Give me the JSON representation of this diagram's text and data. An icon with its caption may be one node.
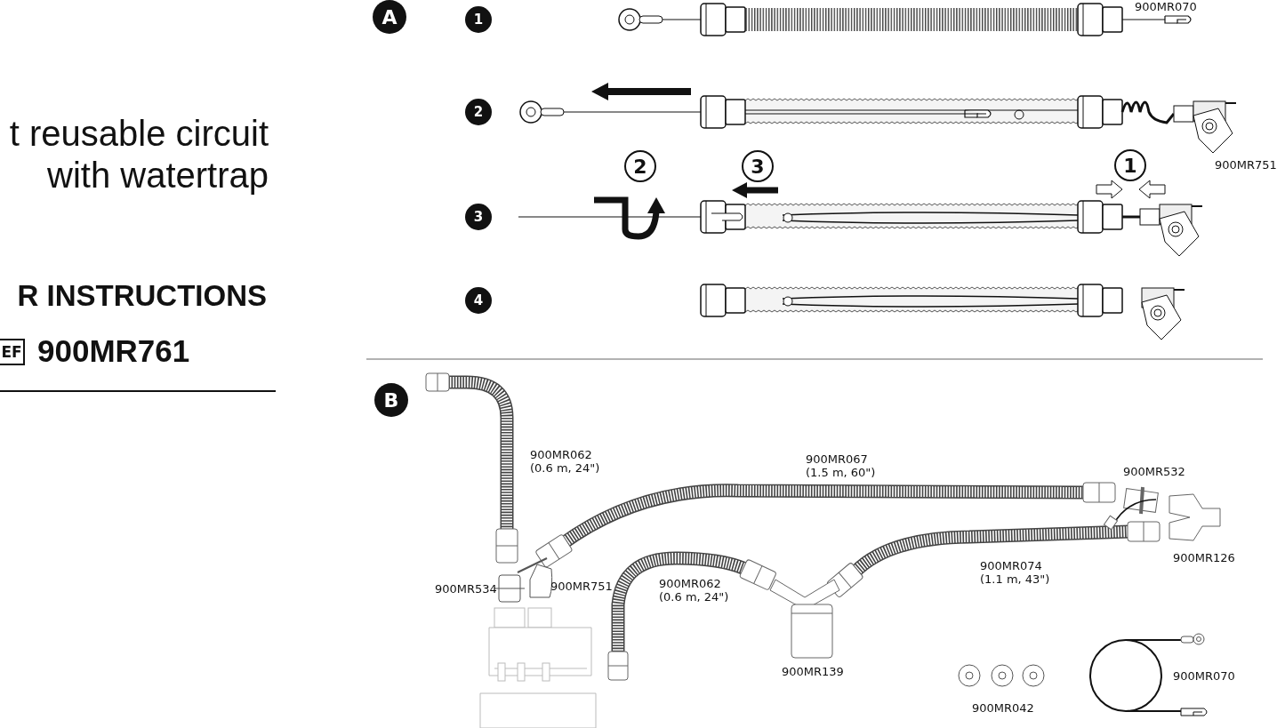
{
  "diagram": {
    "nodes": [
      {
        "text": [
          "EF"
        ]
      },
      {
        "text": [
          "A"
        ]
      },
      {
        "text": [
          "1"
        ]
      },
      {
        "text": [
          "2"
        ]
      },
      {
        "text": [
          "2"
        ]
      },
      {
        "text": [
          "3"
        ]
      },
      {
        "text": [
          "1"
        ]
      },
      {
        "text": [
          "3"
        ]
      },
      {
        "text": [
          "4"
        ]
      },
      {
        "text": [
          "B"
        ]
      }
    ],
    "labels": [
      "t reusable circuit with watertrap",
      "R INSTRUCTIONS",
      "900MR761",
      "900MR070",
      "900MR751",
      "900MR062 (0.6 m, 24\")",
      "900MR067 (1.5 m, 60\")",
      "900MR532",
      "900MR126",
      "900MR074 (1.1 m, 43\")",
      "900MR062 (0.6 m, 24\")",
      "900MR534",
      "900MR751",
      "900MR139",
      "900MR070",
      "900MR042"
    ]
  }
}
